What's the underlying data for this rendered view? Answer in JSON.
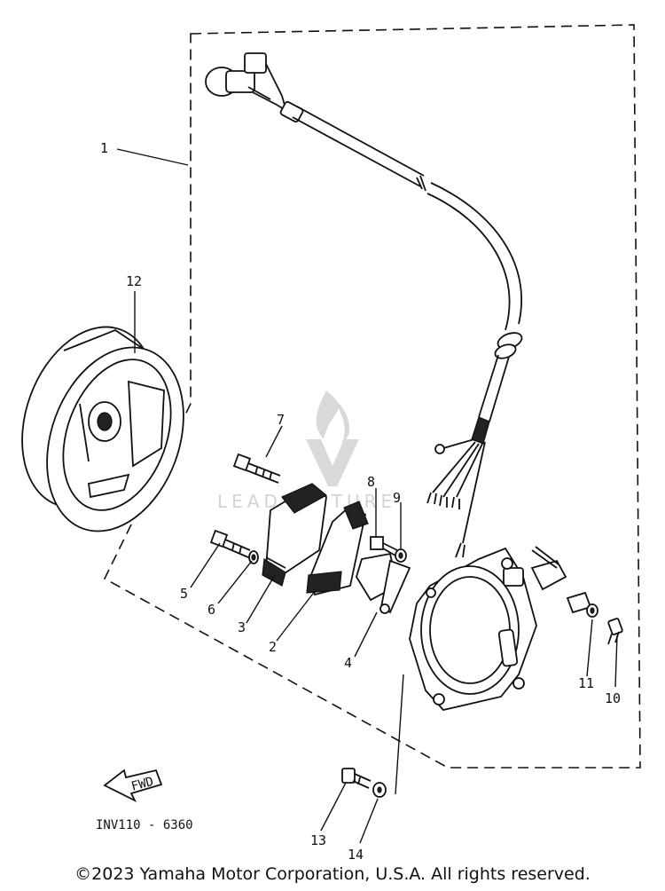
{
  "callouts": [
    "1",
    "2",
    "3",
    "4",
    "5",
    "6",
    "7",
    "8",
    "9",
    "10",
    "11",
    "12",
    "13",
    "14"
  ],
  "figure_code": "INV110 - 6360",
  "fwd_label": "FWD",
  "watermark_text": "LEADVENTURE",
  "copyright": "©2023 Yamaha Motor Corporation, U.S.A. All rights reserved."
}
